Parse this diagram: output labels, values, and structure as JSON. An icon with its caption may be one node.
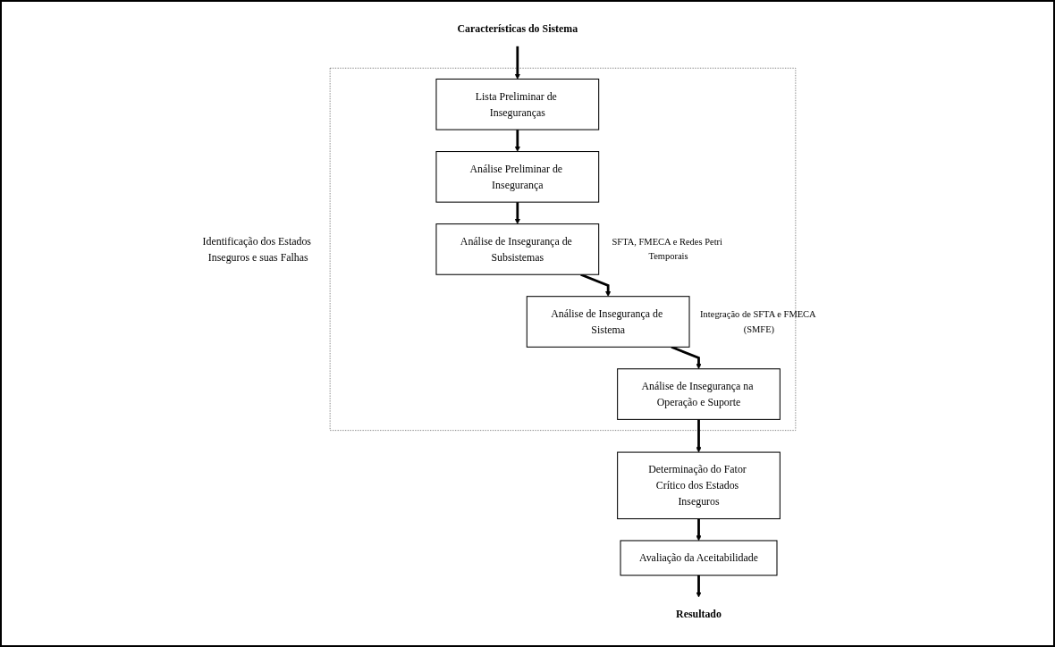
{
  "diagram": {
    "nodes": [
      {
        "text": [
          "Características do Sistema"
        ]
      },
      {
        "text": [
          "Identificação dos Estados Inseguros e suas Falhas"
        ]
      },
      {
        "text": [
          "Lista Preliminar de Inseguranças"
        ],
        "in": 1
      },
      {
        "text": [
          "Análise Preliminar de Insegurança"
        ],
        "in": 1
      },
      {
        "text": [
          "Análise de Insegurança de Subsistemas"
        ],
        "in": 1,
        "beside": [
          "SFTA, FMECA e Redes Petri Temporais"
        ]
      },
      {
        "text": [
          "Análise de Insegurança de Sistema"
        ],
        "in": 1,
        "beside": [
          "Integração de SFTA e FMECA (SMFE)"
        ]
      },
      {
        "text": [
          "Análise de Insegurança na Operação e Suporte"
        ],
        "in": 1
      },
      {
        "text": [
          "Determinação do Fator Crítico dos Estados Inseguros"
        ]
      },
      {
        "text": [
          "Avaliação da Aceitabilidade"
        ]
      },
      {
        "text": [
          "Resultado"
        ]
      }
    ],
    "edges": [
      {
        "from": 0,
        "to": 2,
        "arrow": "to"
      },
      {
        "from": 2,
        "to": 3,
        "arrow": "to"
      },
      {
        "from": 3,
        "to": 4,
        "arrow": "to"
      },
      {
        "from": 4,
        "to": 5,
        "arrow": "to"
      },
      {
        "from": 5,
        "to": 6,
        "arrow": "to"
      },
      {
        "from": 6,
        "to": 7,
        "arrow": "to"
      },
      {
        "from": 7,
        "to": 8,
        "arrow": "to"
      },
      {
        "from": 8,
        "to": 9,
        "arrow": "to"
      }
    ]
  }
}
